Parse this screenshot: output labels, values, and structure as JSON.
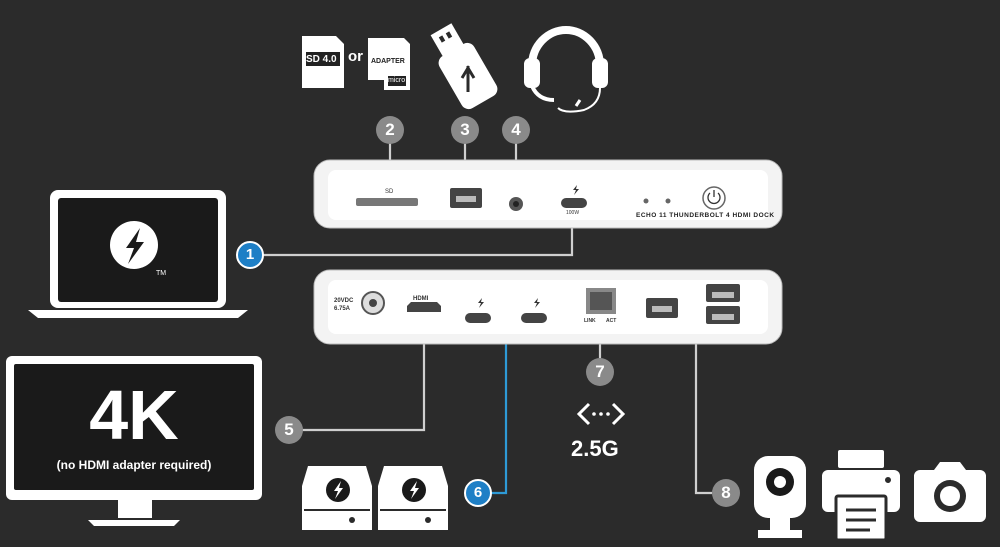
{
  "badges": {
    "b1": "1",
    "b2": "2",
    "b3": "3",
    "b4": "4",
    "b5": "5",
    "b6": "6",
    "b7": "7",
    "b8": "8"
  },
  "accessories": {
    "sd_label": "SD 4.0",
    "or_label": "or",
    "adapter_label": "ADAPTER",
    "micro_label": "micro"
  },
  "front_dock": {
    "sd_slot_label": "SD",
    "port_caption": "100W",
    "name": "ECHO 11 THUNDERBOLT 4 HDMI DOCK"
  },
  "rear_dock": {
    "power_label_line1": "20VDC",
    "power_label_line2": "6.75A",
    "hdmi_label": "HDMI",
    "link_label": "LINK",
    "act_label": "ACT"
  },
  "monitor": {
    "resolution": "4K",
    "note": "(no HDMI adapter required)"
  },
  "network": {
    "speed": "2.5G",
    "symbol": "<···>"
  },
  "laptop": {
    "tm": "TM"
  },
  "colors": {
    "background": "#2b2b2b",
    "badge_gray": "#8a8a8a",
    "badge_blue": "#1e7fc6",
    "line": "#cfcfcf",
    "line_blue": "#2e9ad6"
  }
}
